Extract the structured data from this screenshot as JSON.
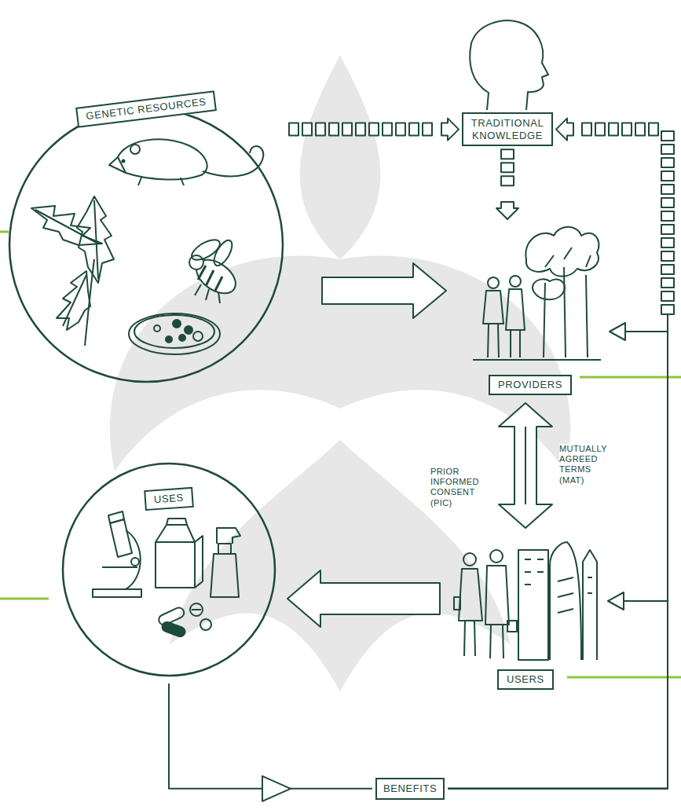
{
  "diagram": {
    "nodes": [
      {
        "text": [
          "GENETIC RESOURCES"
        ]
      },
      {
        "text": [
          "TRADITIONAL KNOWLEDGE"
        ]
      },
      {
        "text": [
          "PROVIDERS"
        ]
      },
      {
        "text": [
          "USES"
        ]
      },
      {
        "text": [
          "USERS"
        ]
      },
      {
        "text": [
          "BENEFITS"
        ]
      }
    ],
    "edges": [
      {
        "from": 0,
        "to": 1,
        "arrow": "to"
      },
      {
        "from": 0,
        "to": 2,
        "arrow": "to"
      },
      {
        "from": 1,
        "to": 2,
        "arrow": "to"
      },
      {
        "from": 2,
        "to": 4,
        "arrow": "both",
        "label": "PRIOR INFORMED CONSENT (PIC)"
      },
      {
        "from": 4,
        "to": 3,
        "arrow": "to"
      },
      {
        "from": 3,
        "to": 5,
        "arrow": "to"
      },
      {
        "from": 5,
        "to": 1,
        "arrow": "to"
      },
      {
        "from": 5,
        "to": 2,
        "arrow": "to"
      },
      {
        "from": 5,
        "to": 4,
        "arrow": "to"
      }
    ],
    "labels": [
      "MUTUALLY AGREED TERMS (MAT)"
    ]
  }
}
